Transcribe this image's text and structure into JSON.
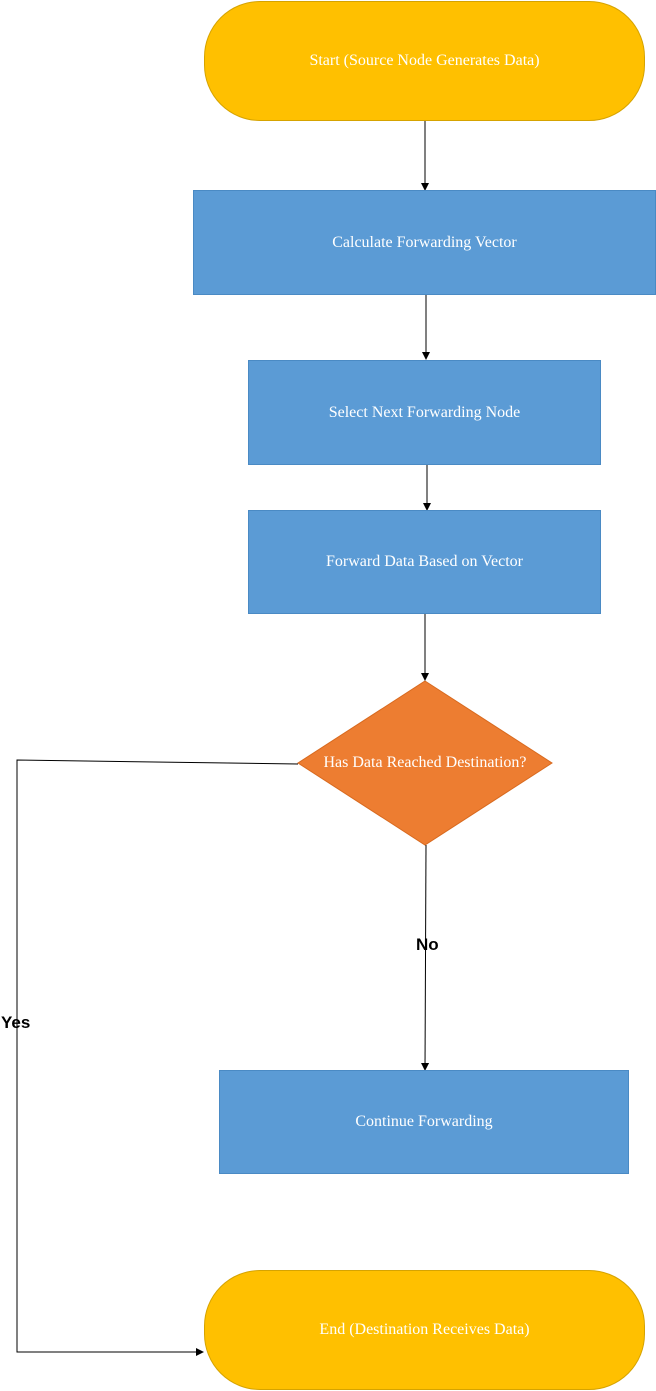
{
  "diagram": {
    "nodes": {
      "start": {
        "label": "Start (Source Node Generates Data)",
        "shape": "terminal",
        "color": "#ffc000"
      },
      "calc": {
        "label": "Calculate Forwarding Vector",
        "shape": "process",
        "color": "#5b9bd5"
      },
      "select": {
        "label": "Select Next Forwarding Node",
        "shape": "process",
        "color": "#5b9bd5"
      },
      "forward": {
        "label": "Forward Data Based on Vector",
        "shape": "process",
        "color": "#5b9bd5"
      },
      "decision": {
        "label": "Has Data Reached Destination?",
        "shape": "diamond",
        "color": "#ed7d31"
      },
      "continue": {
        "label": "Continue Forwarding",
        "shape": "process",
        "color": "#5b9bd5"
      },
      "end": {
        "label": "End (Destination Receives Data)",
        "shape": "terminal",
        "color": "#ffc000"
      }
    },
    "edges": [
      {
        "from": "start",
        "to": "calc",
        "label": ""
      },
      {
        "from": "calc",
        "to": "select",
        "label": ""
      },
      {
        "from": "select",
        "to": "forward",
        "label": ""
      },
      {
        "from": "forward",
        "to": "decision",
        "label": ""
      },
      {
        "from": "decision",
        "to": "continue",
        "label": "No"
      },
      {
        "from": "decision",
        "to": "end",
        "label": "Yes"
      }
    ]
  }
}
